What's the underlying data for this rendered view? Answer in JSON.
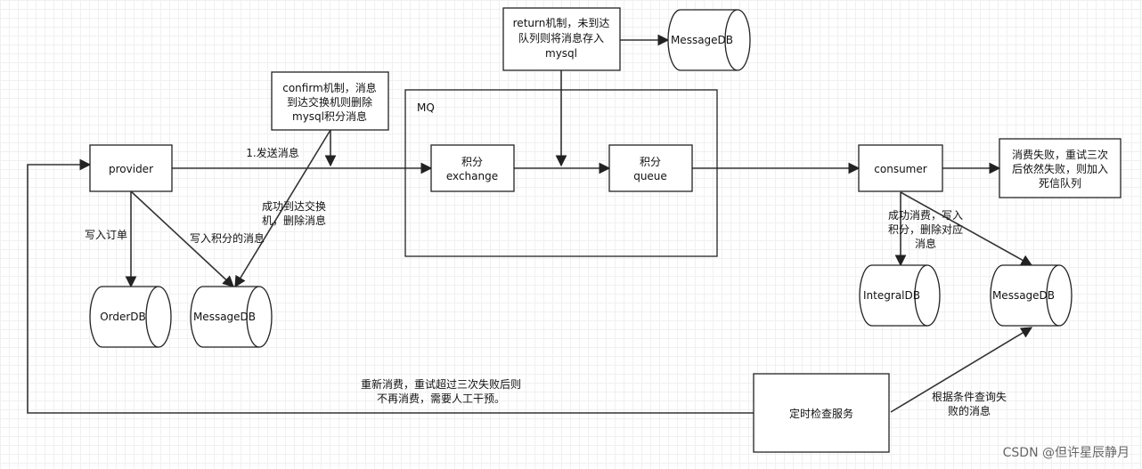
{
  "nodes": {
    "provider": "provider",
    "order_db": "OrderDB",
    "message_db_provider": "MessageDB",
    "confirm_note": [
      "confirm机制，消息",
      "到达交换机则删除",
      "mysql积分消息"
    ],
    "mq_label": "MQ",
    "exchange": [
      "积分",
      "exchange"
    ],
    "queue": [
      "积分",
      "queue"
    ],
    "return_note": [
      "return机制，未到达",
      "队列则将消息存入",
      "mysql"
    ],
    "message_db_return": "MessageDB",
    "consumer": "consumer",
    "dead_letter_note": [
      "消费失败，重试三次",
      "后依然失败，则加入",
      "死信队列"
    ],
    "integral_db": "IntegralDB",
    "message_db_consumer": "MessageDB",
    "timer_service": "定时检查服务"
  },
  "edge_labels": {
    "send": "1.发送消息",
    "write_order": "写入订单",
    "write_points_msg": "写入积分的消息",
    "arrive_exchange": [
      "成功到达交换",
      "机，删除消息"
    ],
    "consume_success": [
      "成功消费，写入",
      "积分，删除对应",
      "消息"
    ],
    "query_failed": [
      "根据条件查询失",
      "败的消息"
    ],
    "reconsume": [
      "重新消费，重试超过三次失败后则",
      "不再消费，需要人工干预。"
    ]
  },
  "watermark": "CSDN @但许星辰静月"
}
